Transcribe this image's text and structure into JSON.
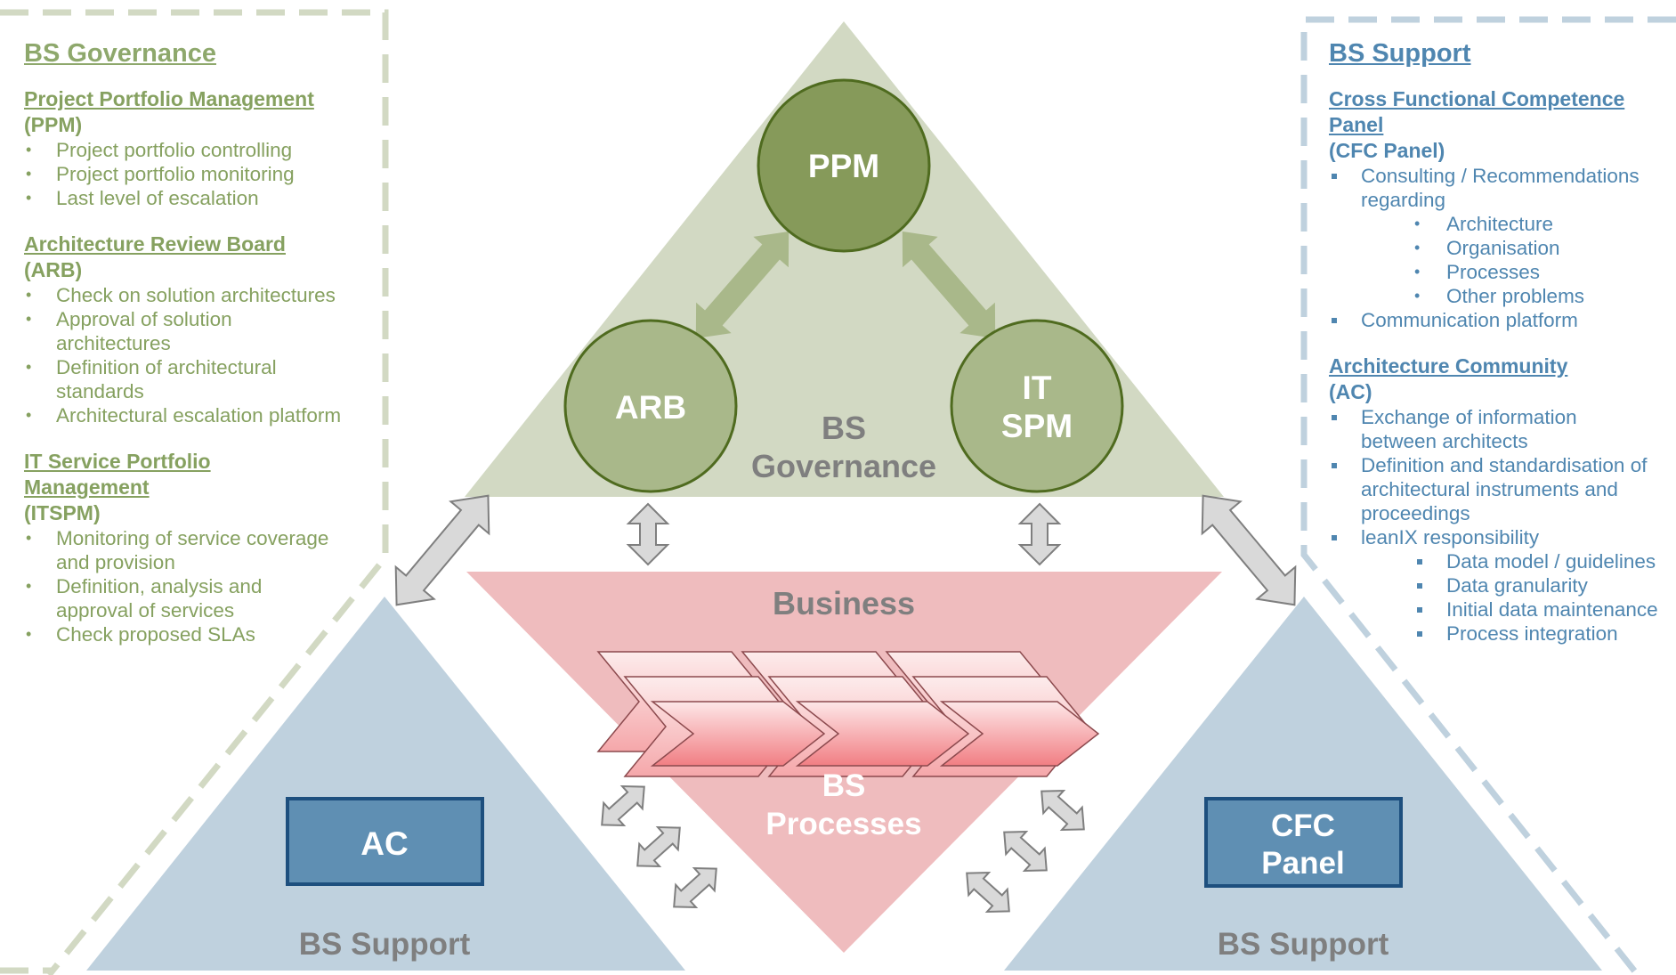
{
  "left_panel": {
    "heading": "BS Governance",
    "sections": [
      {
        "title": "Project Portfolio Management",
        "abbr": "(PPM)",
        "items": [
          "Project portfolio controlling",
          "Project portfolio monitoring",
          "Last level of escalation"
        ]
      },
      {
        "title": "Architecture Review Board",
        "abbr": "(ARB)",
        "items": [
          "Check on solution architectures",
          "Approval of solution architectures",
          "Definition of architectural standards",
          "Architectural escalation platform"
        ]
      },
      {
        "title": "IT Service Portfolio Management",
        "abbr": "(ITSPM)",
        "items": [
          "Monitoring of service coverage and provision",
          "Definition, analysis and approval of services",
          "Check proposed SLAs"
        ]
      }
    ]
  },
  "right_panel": {
    "heading": "BS Support",
    "sections": [
      {
        "title": "Cross Functional Competence Panel",
        "abbr": "(CFC Panel)",
        "items": [
          {
            "text": "Consulting / Recommendations regarding",
            "level": 1,
            "bullet": "square"
          },
          {
            "text": "Architecture",
            "level": 2,
            "bullet": "dot"
          },
          {
            "text": "Organisation",
            "level": 2,
            "bullet": "dot"
          },
          {
            "text": "Processes",
            "level": 2,
            "bullet": "dot"
          },
          {
            "text": "Other problems",
            "level": 2,
            "bullet": "dot"
          },
          {
            "text": "Communication platform",
            "level": 1,
            "bullet": "square"
          }
        ]
      },
      {
        "title": "Architecture Community",
        "abbr": "(AC)",
        "items": [
          {
            "text": "Exchange of information between architects",
            "level": 1,
            "bullet": "square"
          },
          {
            "text": "Definition and standardisation of architectural instruments and proceedings",
            "level": 1,
            "bullet": "square"
          },
          {
            "text": "leanIX responsibility",
            "level": 1,
            "bullet": "square"
          },
          {
            "text": "Data model / guidelines",
            "level": 2,
            "bullet": "square"
          },
          {
            "text": "Data granularity",
            "level": 2,
            "bullet": "square"
          },
          {
            "text": "Initial data maintenance",
            "level": 2,
            "bullet": "square"
          },
          {
            "text": "Process integration",
            "level": 2,
            "bullet": "square"
          }
        ]
      }
    ]
  },
  "diagram": {
    "governance_label_line1": "BS",
    "governance_label_line2": "Governance",
    "ppm_label": "PPM",
    "arb_label": "ARB",
    "itspm_line1": "IT",
    "itspm_line2": "SPM",
    "business_label": "Business",
    "processes_line1": "BS",
    "processes_line2": "Processes",
    "ac_label": "AC",
    "cfc_line1": "CFC",
    "cfc_line2": "Panel",
    "support_left_label": "BS Support",
    "support_right_label": "BS Support"
  },
  "colors": {
    "governance_triangle": "#d2d9c3",
    "governance_circle_dark": "#869a5a",
    "governance_circle_light": "#a9b88a",
    "circle_stroke": "#4f6b1f",
    "business_triangle": "#efbcbe",
    "support_triangle": "#bfd1de",
    "support_box": "#5f8fb3",
    "support_box_stroke": "#1d4f7e",
    "left_text": "#86a160",
    "right_text": "#4f86b0",
    "label_grey": "#7f7f7f"
  }
}
